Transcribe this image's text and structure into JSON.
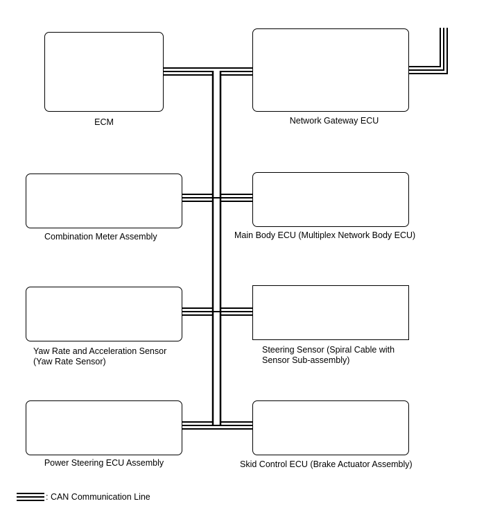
{
  "components": {
    "ecm": "ECM",
    "gateway": "Network Gateway ECU",
    "meter": "Combination Meter Assembly",
    "main_body": "Main Body ECU (Multiplex Network Body ECU)",
    "yaw_rate": "Yaw Rate and Acceleration Sensor\n(Yaw Rate Sensor)",
    "steering_sensor": "Steering Sensor (Spiral Cable with\nSensor Sub-assembly)",
    "power_steering": "Power Steering ECU Assembly",
    "skid_control": "Skid Control ECU (Brake Actuator Assembly)"
  },
  "legend": {
    "label": ": CAN Communication Line"
  }
}
